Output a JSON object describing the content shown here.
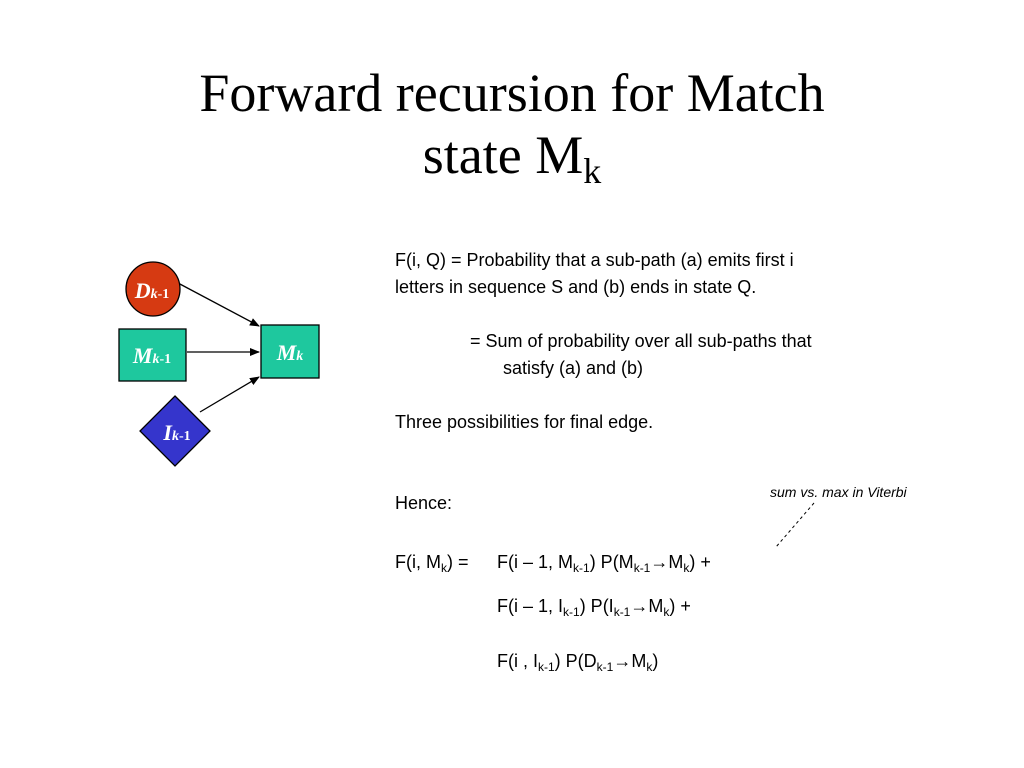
{
  "title": {
    "line1": "Forward recursion for Match",
    "line2_main": "state M",
    "line2_sub": "k"
  },
  "diagram": {
    "colors": {
      "delete": "#d63a12",
      "match": "#1ec89e",
      "insert": "#3535cc"
    },
    "nodes": {
      "delete": {
        "letter": "D",
        "sub_k": "k",
        "sub_rest": "-1"
      },
      "match_prev": {
        "letter": "M",
        "sub_k": "k",
        "sub_rest": "-1"
      },
      "match_k": {
        "letter": "M",
        "sub_k": "k"
      },
      "insert": {
        "letter": "I",
        "sub_k": "k",
        "sub_rest": "-1"
      }
    }
  },
  "text": {
    "def_line1": "F(i, Q) = Probability that a sub-path (a) emits first i",
    "def_line2": "letters in sequence S and (b) ends in state Q.",
    "sum_line1": "= Sum of probability over all sub-paths that",
    "sum_line2": "satisfy (a) and (b)",
    "three": "Three possibilities for final edge.",
    "hence": "Hence:"
  },
  "annotation": "sum vs. max in Viterbi",
  "equation": {
    "lhs": {
      "a": "F(i, M",
      "b": "k",
      "c": ") ="
    },
    "term1": {
      "a": "F(i  – 1, M",
      "b": "k-1",
      "c": ") P(M",
      "d": "k-1",
      "e": "→M",
      "f": "k",
      "g": ") +"
    },
    "term2": {
      "a": "F(i  – 1, I",
      "b": "k-1",
      "c": ") P(I",
      "d": "k-1",
      "e": "→M",
      "f": "k",
      "g": ") +"
    },
    "term3": {
      "a": "F(i , I",
      "b": "k-1",
      "c": ") P(D",
      "d": "k-1",
      "e": "→M",
      "f": "k",
      "g": ")"
    }
  }
}
